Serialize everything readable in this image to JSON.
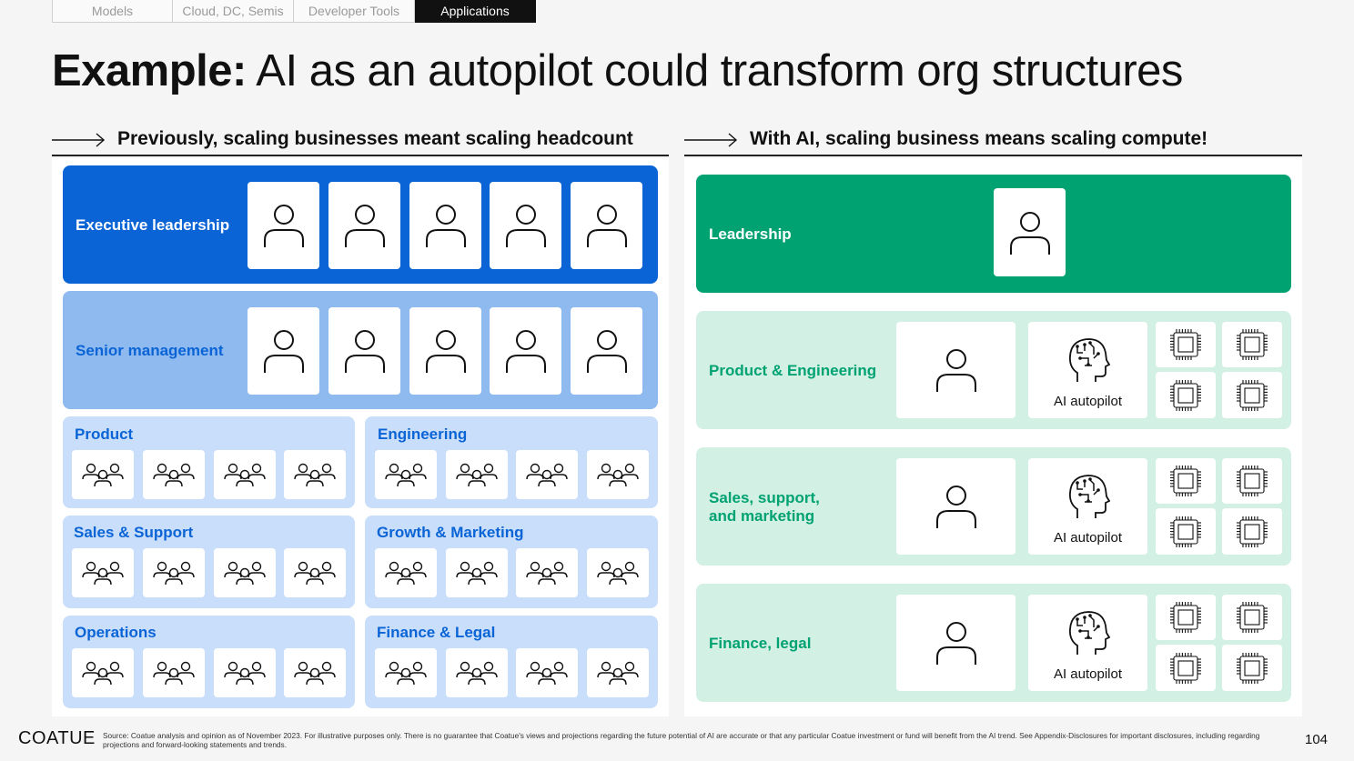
{
  "tabs": [
    {
      "label": "Models"
    },
    {
      "label": "Cloud, DC, Semis"
    },
    {
      "label": "Developer Tools"
    },
    {
      "label": "Applications",
      "active": true
    }
  ],
  "title": {
    "bold": "Example:",
    "rest": " AI as an autopilot could transform org structures"
  },
  "left": {
    "heading": "Previously, scaling businesses meant scaling headcount",
    "executive": "Executive leadership",
    "senior": "Senior management",
    "teams": [
      "Product",
      "Engineering",
      "Sales & Support",
      "Growth & Marketing",
      "Operations",
      "Finance & Legal"
    ]
  },
  "right": {
    "heading": "With AI, scaling business means scaling compute!",
    "leadership": "Leadership",
    "rows": [
      {
        "label": "Product & Engineering",
        "ai": "AI autopilot"
      },
      {
        "label": "Sales, support,\nand marketing",
        "ai": "AI autopilot"
      },
      {
        "label": "Finance, legal",
        "ai": "AI autopilot"
      }
    ]
  },
  "footer": {
    "logo": "COATUE",
    "source": "Source: Coatue analysis and opinion as of November 2023. For illustrative purposes only. There is no guarantee that Coatue's views and projections regarding the future potential of AI are accurate or that any particular Coatue investment or fund will benefit from the AI trend. See Appendix-Disclosures for important disclosures, including regarding projections and forward-looking statements and trends.",
    "page": "104"
  },
  "colors": {
    "exec_blue": "#0a64d6",
    "senior_blue": "#8fbaf0",
    "team_blue": "#c9defa",
    "team_text": "#0a64d6",
    "leadership_green": "#00a272",
    "row_green": "#d3f0e4",
    "green_text": "#00a272"
  },
  "icons": {
    "person": "person-icon",
    "group": "group-icon",
    "brain": "brain-icon",
    "chip": "chip-icon",
    "arrow": "arrow-right-icon"
  }
}
